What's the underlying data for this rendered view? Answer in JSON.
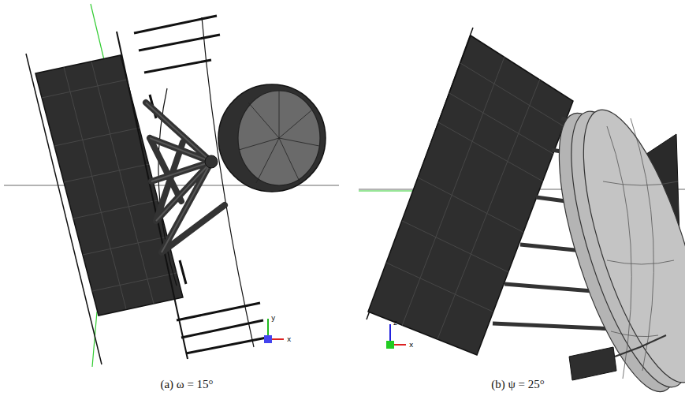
{
  "diagram": {
    "labels": [
      "y",
      "x",
      "z",
      "x",
      "(a) ω = 15°",
      "(b) ψ = 25°"
    ]
  }
}
